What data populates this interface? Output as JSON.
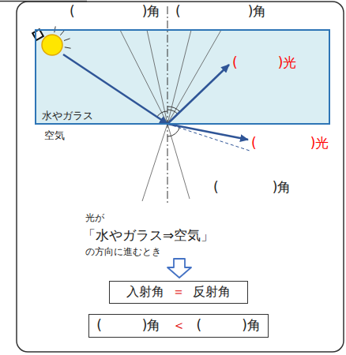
{
  "diagram": {
    "nodes": [
      {
        "text": [
          "水やガラス"
        ]
      },
      {
        "text": [
          "入射角",
          "＝",
          "反射角"
        ]
      },
      {
        "text": [
          "(　　　)角",
          "＜",
          "(　　　)角"
        ]
      }
    ],
    "labels": [
      "(　　　　　)角",
      "(　　　　　)角",
      "(　　　)光",
      "(　　　　)光",
      "空気",
      "(　　　　)角",
      "光が",
      "「水やガラス⇒空気」",
      "の方向に進むとき"
    ]
  }
}
